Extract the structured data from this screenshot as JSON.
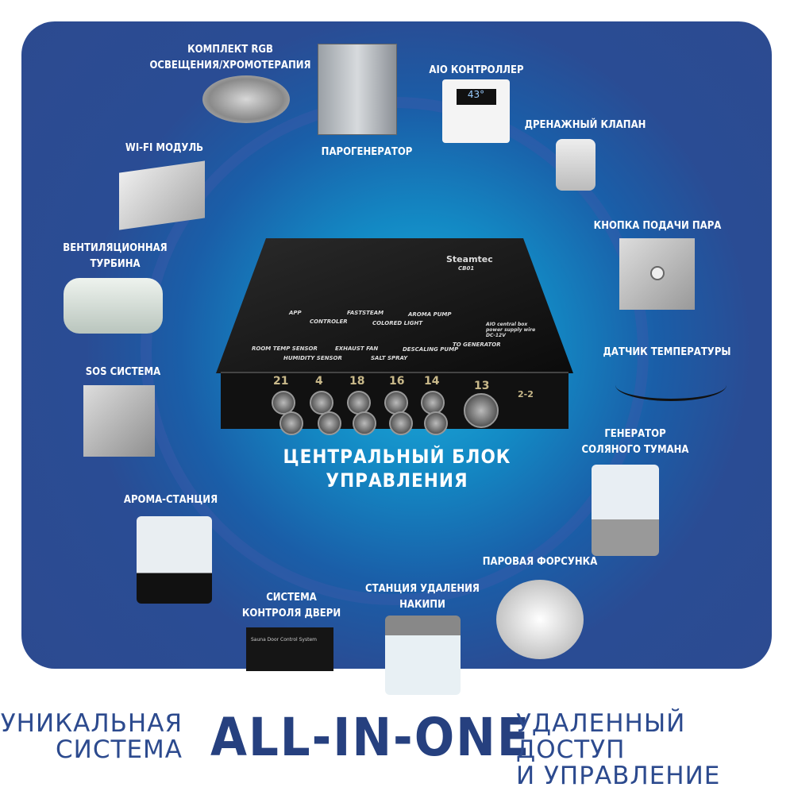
{
  "labels": {
    "rgb": [
      "КОМПЛЕКТ RGB",
      "ОСВЕЩЕНИЯ/ХРОМОТЕРАПИЯ"
    ],
    "steam_generator": "ПАРОГЕНЕРАТОР",
    "aio_controller": "AIO КОНТРОЛЛЕР",
    "drain_valve": "ДРЕНАЖНЫЙ КЛАПАН",
    "wifi": "WI-FI МОДУЛЬ",
    "steam_button": "КНОПКА ПОДАЧИ ПАРА",
    "fan": [
      "ВЕНТИЛЯЦИОННАЯ",
      "ТУРБИНА"
    ],
    "temp_sensor": "ДАТЧИК ТЕМПЕРАТУРЫ",
    "sos": "SOS СИСТЕМА",
    "salt": [
      "ГЕНЕРАТОР",
      "СОЛЯНОГО ТУМАНА"
    ],
    "central": [
      "ЦЕНТРАЛЬНЫЙ БЛОК",
      "УПРАВЛЕНИЯ"
    ],
    "aroma": "АРОМА-СТАНЦИЯ",
    "nozzle": "ПАРОВАЯ ФОРСУНКА",
    "door": [
      "СИСТЕМА",
      "КОНТРОЛЯ ДВЕРИ"
    ],
    "descale": [
      "СТАНЦИЯ УДАЛЕНИЯ",
      "НАКИПИ"
    ]
  },
  "box": {
    "brand": "Steamtec",
    "model": "CB01",
    "silk": [
      "APP",
      "CONTROLER",
      "FASTSTEAM",
      "COLORED LIGHT",
      "AROMA PUMP",
      "AIO central box power supply wire DC-12V",
      "ROOM TEMP SENSOR",
      "HUMIDITY SENSOR",
      "EXHAUST FAN",
      "SALT SPRAY",
      "DESCALING PUMP",
      "TO GENERATOR"
    ],
    "ports": [
      "21",
      "4",
      "18",
      "16",
      "14",
      "13",
      "2-2"
    ]
  },
  "controller_display": "43°",
  "door_box_text": "Sauna Door Control System",
  "footer": {
    "left": [
      "УНИКАЛЬНАЯ",
      "СИСТЕМА"
    ],
    "center": "ALL-IN-ONE",
    "right": [
      "УДАЛЕННЫЙ ДОСТУП",
      "И УПРАВЛЕНИЕ"
    ]
  }
}
